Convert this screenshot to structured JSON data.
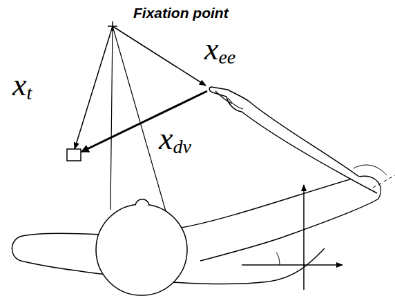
{
  "diagram": {
    "labels": [
      "Fixation point",
      "xt",
      "xee",
      "xdv"
    ]
  }
}
